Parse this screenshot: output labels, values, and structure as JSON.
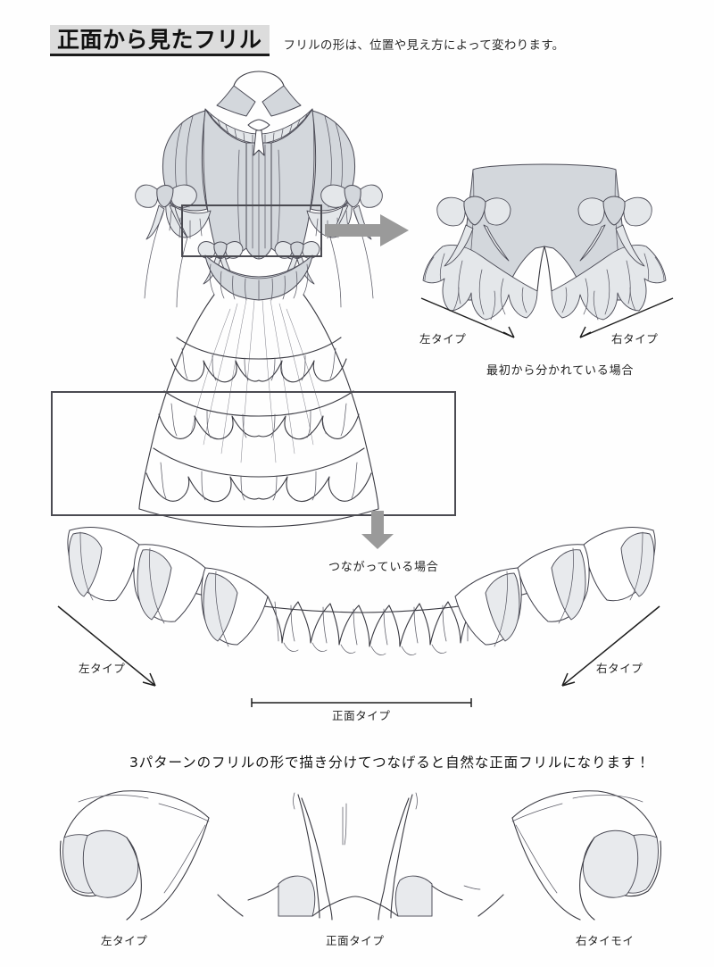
{
  "header": {
    "title": "正面から見たフリル",
    "subtitle": "フリルの形は、位置や見え方によって変わります。"
  },
  "sections": {
    "bloomers": {
      "label_left": "左タイプ",
      "label_right": "右タイプ",
      "caption": "最初から分かれている場合"
    },
    "connected_frill": {
      "caption": "つながっている場合",
      "label_left": "左タイプ",
      "label_center": "正面タイプ",
      "label_right": "右タイプ"
    },
    "patterns": {
      "headline": "3パターンのフリルの形で描き分けてつなげると自然な正面フリルになります！",
      "label_left": "左タイプ",
      "label_center": "正面タイプ",
      "label_right": "右タイモイ"
    }
  },
  "colors": {
    "title_background": "#dcdcdc",
    "ink": "#3a3a42",
    "cloth_gray": "#d3d7dc",
    "arrow_gray": "#9a9a9a",
    "box_border": "#4b4b52",
    "page_background": "#ffffff"
  },
  "icons": {
    "arrow_right": "arrow-right-icon",
    "arrow_down": "arrow-down-icon"
  }
}
